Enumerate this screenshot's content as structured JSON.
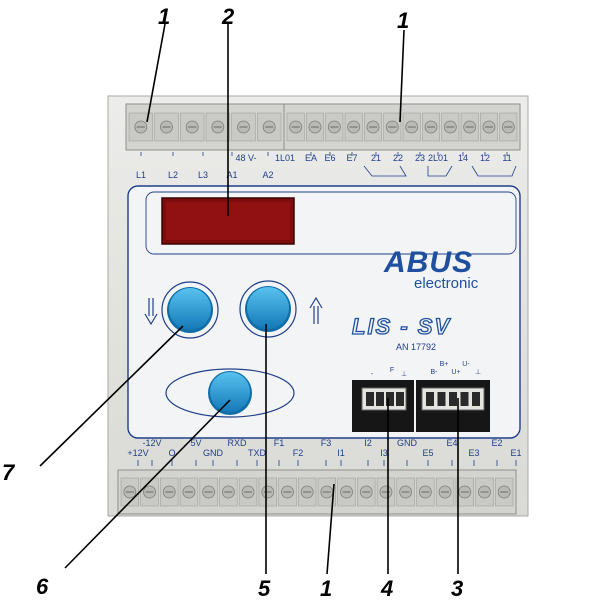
{
  "brand": {
    "name": "ABUS",
    "subtitle": "electronic"
  },
  "model": {
    "name": "LIS - SV",
    "number": "AN  17792"
  },
  "callouts": [
    {
      "id": "c-top-left",
      "label": "1"
    },
    {
      "id": "c-display",
      "label": "2"
    },
    {
      "id": "c-top-right",
      "label": "1"
    },
    {
      "id": "c-btn-left",
      "label": "7"
    },
    {
      "id": "c-btn-bottom",
      "label": "6"
    },
    {
      "id": "c-btn-right",
      "label": "5"
    },
    {
      "id": "c-bottom",
      "label": "1"
    },
    {
      "id": "c-conn-left",
      "label": "4"
    },
    {
      "id": "c-conn-right",
      "label": "3"
    }
  ],
  "top_terminals": [
    {
      "label": "L1"
    },
    {
      "label": "L2"
    },
    {
      "label": "L3"
    },
    {
      "label": "48 V-"
    },
    {
      "label": "A1"
    },
    {
      "label": "A2"
    },
    {
      "label": "1L01"
    },
    {
      "label": "EA"
    },
    {
      "label": "E6"
    },
    {
      "label": "E7"
    },
    {
      "label": "21"
    },
    {
      "label": "22"
    },
    {
      "label": "23"
    },
    {
      "label": "2L01"
    },
    {
      "label": "14"
    },
    {
      "label": "12"
    },
    {
      "label": "11"
    }
  ],
  "bottom_terminals": [
    {
      "label": "-12V"
    },
    {
      "label": "+12V"
    },
    {
      "label": "O"
    },
    {
      "label": "5V"
    },
    {
      "label": "GND"
    },
    {
      "label": "RXD"
    },
    {
      "label": "TXD"
    },
    {
      "label": "F1"
    },
    {
      "label": "F2"
    },
    {
      "label": "F3"
    },
    {
      "label": "I1"
    },
    {
      "label": "I2"
    },
    {
      "label": "I3"
    },
    {
      "label": "GND"
    },
    {
      "label": "E5"
    },
    {
      "label": "E4"
    },
    {
      "label": "E3"
    },
    {
      "label": "E2"
    },
    {
      "label": "E1"
    }
  ],
  "connector_left_pins": [
    {
      "label": "-"
    },
    {
      "label": "F"
    },
    {
      "label": "⊥"
    }
  ],
  "connector_right_pins": [
    {
      "label": "B-"
    },
    {
      "label": "B+"
    },
    {
      "label": "U+"
    },
    {
      "label": "U-"
    },
    {
      "label": "⊥"
    }
  ],
  "colors": {
    "button": "#1c9ad6",
    "display": "#8b0e0e",
    "print": "#1f3f8a",
    "housing": "#e6e6e2"
  },
  "icons": {
    "down": "down-arrow-icon",
    "up": "up-arrow-icon"
  }
}
